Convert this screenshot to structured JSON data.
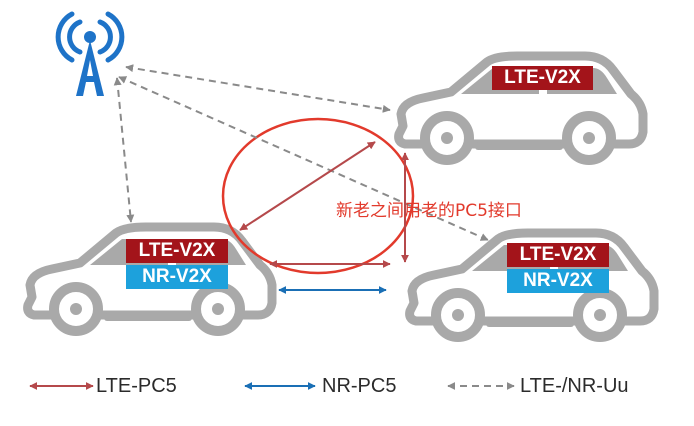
{
  "badges": {
    "top_car_lte": "LTE-V2X",
    "left_car_lte": "LTE-V2X",
    "left_car_nr": "NR-V2X",
    "right_car_lte": "LTE-V2X",
    "right_car_nr": "NR-V2X"
  },
  "annotation": "新老之间用老的PC5接口",
  "legend": {
    "lte_pc5": "LTE-PC5",
    "nr_pc5": "NR-PC5",
    "uu": "LTE-/NR-Uu"
  },
  "colors": {
    "lte_pc5": "#b5494b",
    "nr_pc5": "#1a6fb5",
    "uu": "#8a8a8a",
    "tower": "#1e73c8",
    "car": "#a9a9a9",
    "lte_badge": "#a3141a",
    "nr_badge": "#1da1dc",
    "ellipse": "#e23a2c"
  },
  "icons": {
    "tower": "antenna-tower-icon",
    "car": "car-icon"
  }
}
